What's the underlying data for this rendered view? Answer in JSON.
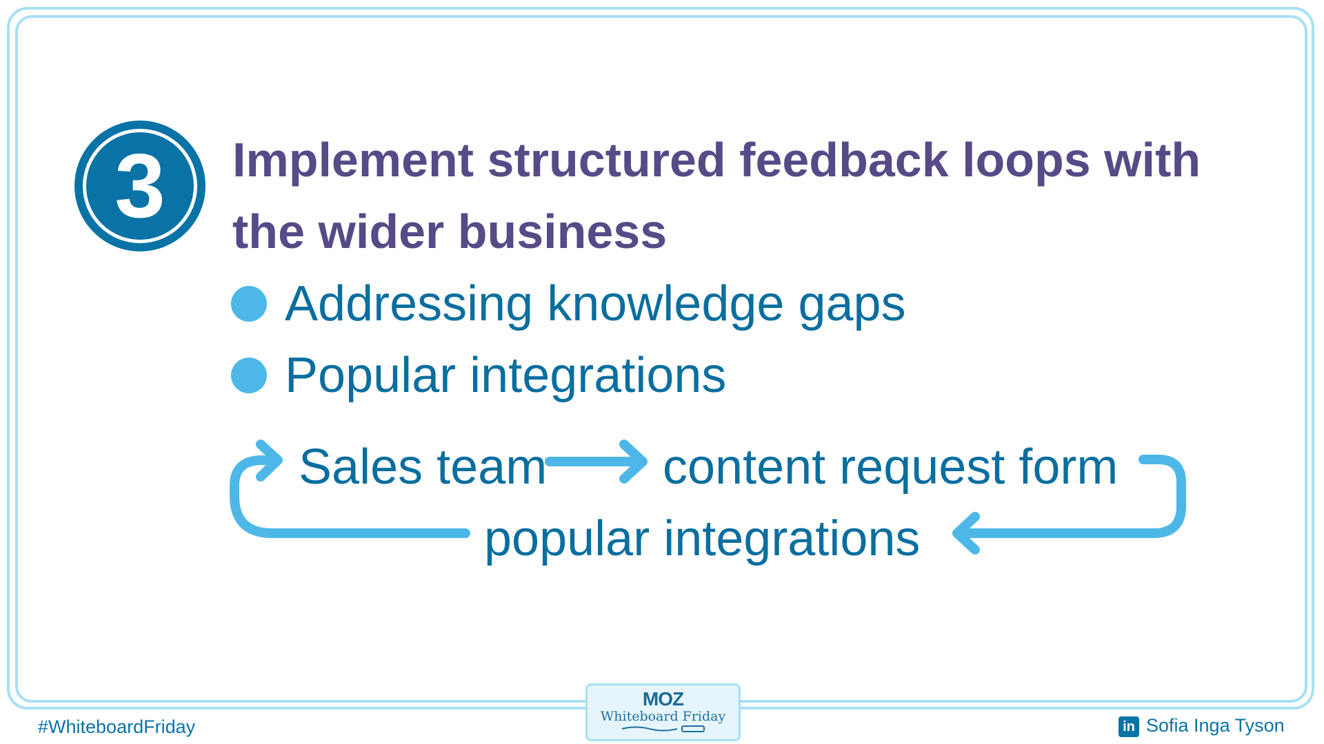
{
  "step_number": "3",
  "title": "Implement structured feedback loops with the wider business",
  "bullets": [
    "Addressing knowledge gaps",
    "Popular integrations"
  ],
  "flow": {
    "sales_team": "Sales team",
    "content_request_form": "content request form",
    "popular_integrations": "popular integrations"
  },
  "footer": {
    "hashtag": "#WhiteboardFriday",
    "logo_brand": "MOZ",
    "logo_series": "Whiteboard Friday",
    "author": "Sofia Inga Tyson",
    "author_icon": "linkedin-icon"
  },
  "colors": {
    "title": "#574a87",
    "text": "#0a6e9f",
    "accent": "#4db8e8",
    "frame": "#a9e0f3"
  }
}
